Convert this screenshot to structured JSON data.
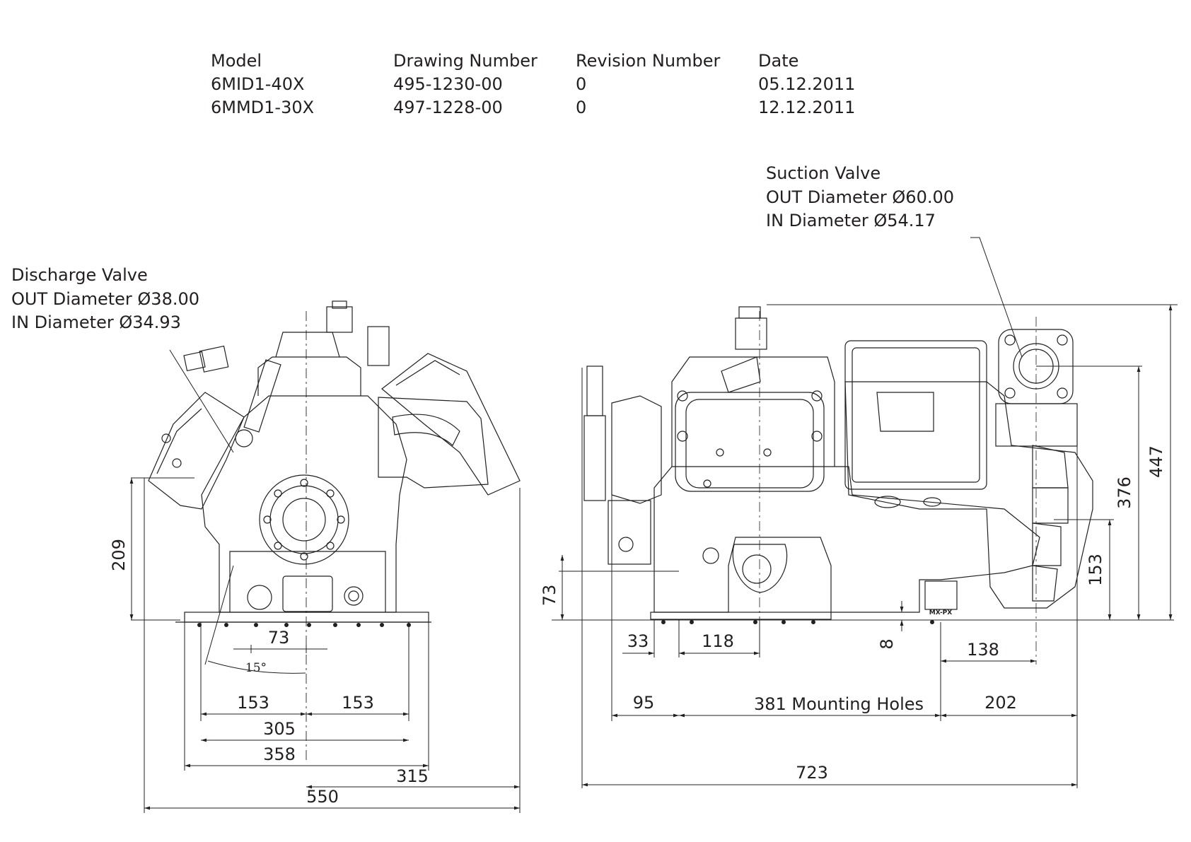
{
  "header_table": {
    "columns": [
      "Model",
      "Drawing Number",
      "Revision Number",
      "Date"
    ],
    "rows": [
      [
        "6MID1-40X",
        "495-1230-00",
        "0",
        "05.12.2011"
      ],
      [
        "6MMD1-30X",
        "497-1228-00",
        "0",
        "12.12.2011"
      ]
    ]
  },
  "discharge_valve": {
    "title": "Discharge Valve",
    "out_diameter": "OUT Diameter Ø38.00",
    "in_diameter": "IN Diameter Ø34.93"
  },
  "suction_valve": {
    "title": "Suction Valve",
    "out_diameter": "OUT Diameter Ø60.00",
    "in_diameter": "IN Diameter Ø54.17"
  },
  "front_view_dimensions": {
    "height_209": "209",
    "dim_73": "73",
    "angle_15": "15°",
    "dim_153_left": "153",
    "dim_153_right": "153",
    "dim_305": "305",
    "dim_358": "358",
    "dim_315": "315",
    "dim_550": "550"
  },
  "side_view_dimensions": {
    "dim_73": "73",
    "dim_33": "33",
    "dim_118": "118",
    "dim_8": "8",
    "dim_138": "138",
    "dim_95": "95",
    "dim_381": "381 Mounting Holes",
    "dim_202": "202",
    "dim_723": "723",
    "dim_153": "153",
    "dim_376": "376",
    "dim_447": "447"
  },
  "plate_tag": "MX-PX"
}
